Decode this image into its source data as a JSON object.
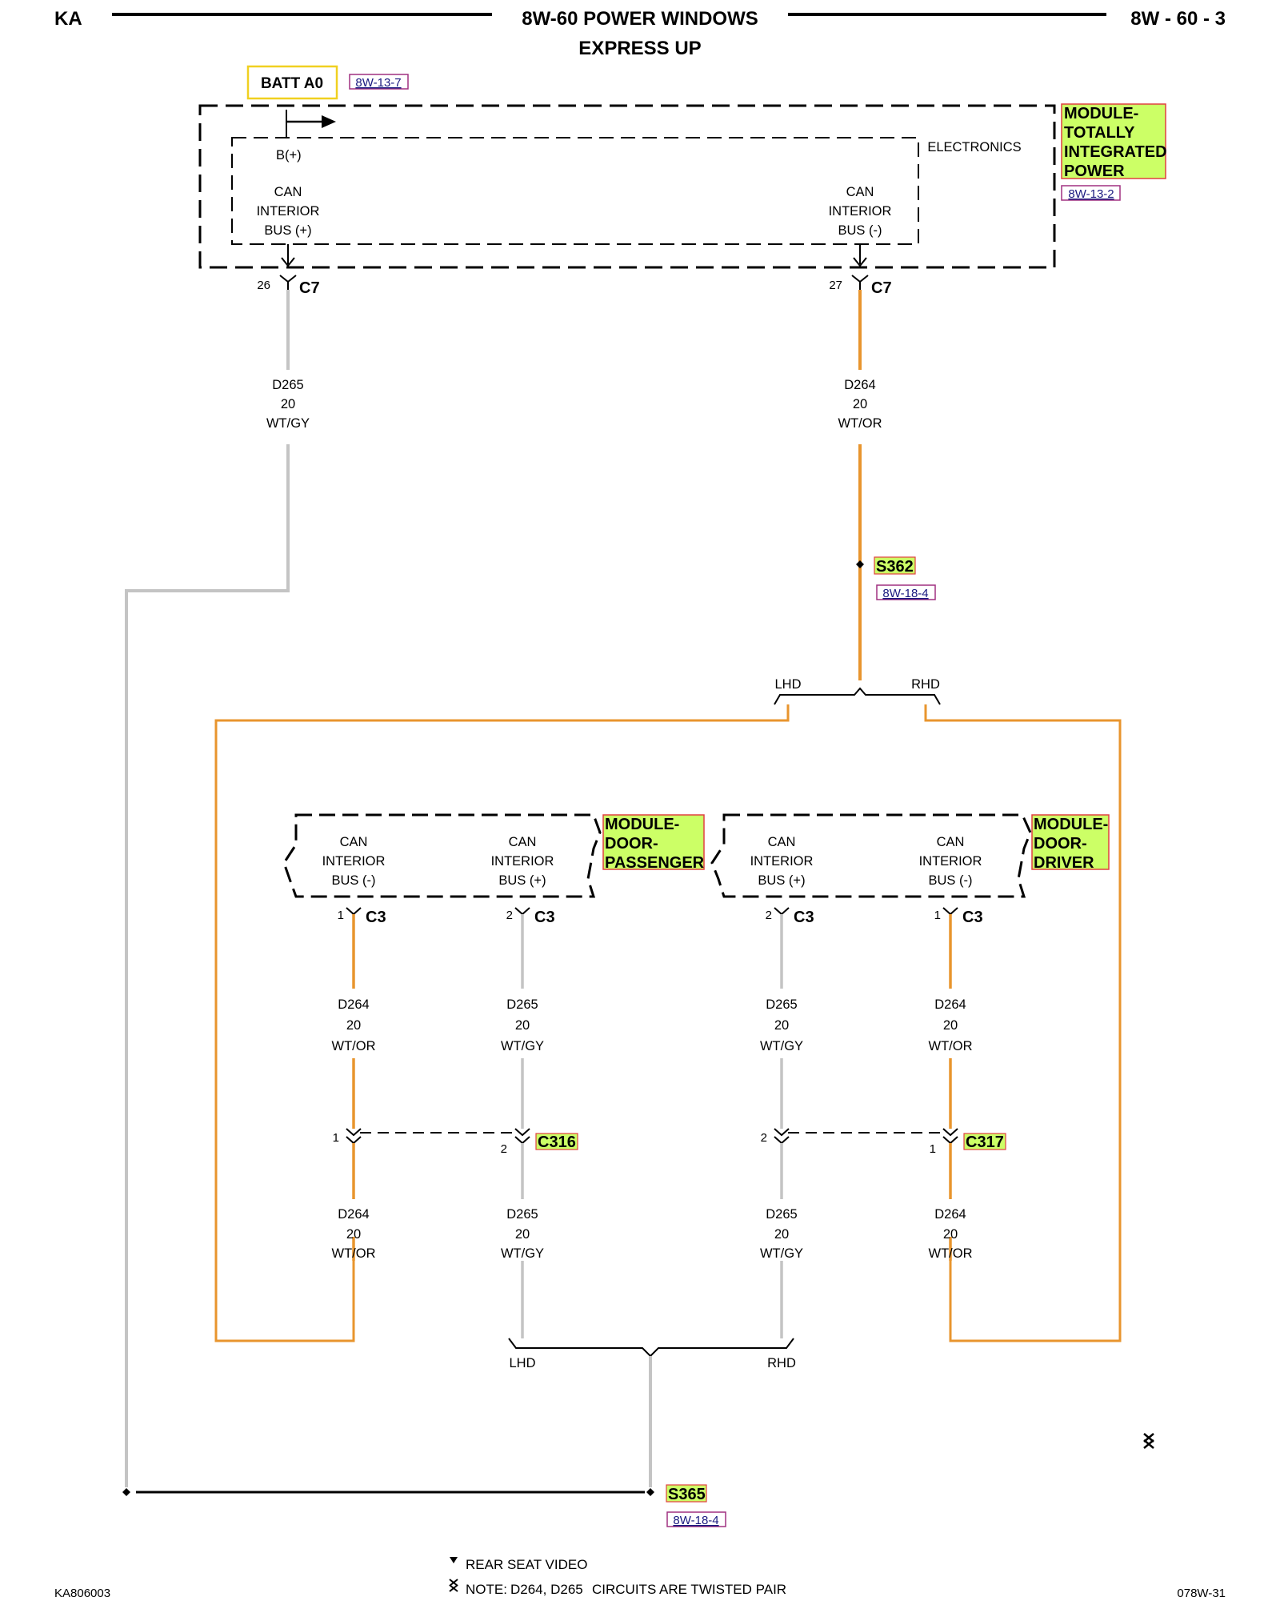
{
  "header": {
    "left": "KA",
    "title_line1": "8W-60 POWER WINDOWS",
    "title_line2": "EXPRESS UP",
    "right": "8W - 60 - 3"
  },
  "power": {
    "label": "BATT A0",
    "ref": "8W-13-7"
  },
  "tipm": {
    "name_lines": [
      "MODULE-",
      "TOTALLY",
      "INTEGRATED",
      "POWER"
    ],
    "ref": "8W-13-2",
    "inner_label": "ELECTRONICS",
    "bplus": "B(+)",
    "pin_left": {
      "lines": [
        "CAN",
        "INTERIOR",
        "BUS (+)"
      ],
      "pin": "26",
      "connector": "C7"
    },
    "pin_right": {
      "lines": [
        "CAN",
        "INTERIOR",
        "BUS (-)"
      ],
      "pin": "27",
      "connector": "C7"
    }
  },
  "top_wires": {
    "left": {
      "circuit": "D265",
      "gauge": "20",
      "color": "WT/GY"
    },
    "right": {
      "circuit": "D264",
      "gauge": "20",
      "color": "WT/OR"
    }
  },
  "splices": {
    "s362": {
      "name": "S362",
      "ref": "8W-18-4"
    },
    "s365": {
      "name": "S365",
      "ref": "8W-18-4"
    }
  },
  "branch_top": {
    "left": "LHD",
    "right": "RHD"
  },
  "branch_bottom": {
    "left": "LHD",
    "right": "RHD"
  },
  "door_passenger": {
    "name_lines": [
      "MODULE-",
      "DOOR-",
      "PASSENGER"
    ],
    "pin_a": {
      "lines": [
        "CAN",
        "INTERIOR",
        "BUS (-)"
      ],
      "pin": "1",
      "connector": "C3"
    },
    "pin_b": {
      "lines": [
        "CAN",
        "INTERIOR",
        "BUS (+)"
      ],
      "pin": "2",
      "connector": "C3"
    }
  },
  "door_driver": {
    "name_lines": [
      "MODULE-",
      "DOOR-",
      "DRIVER"
    ],
    "pin_a": {
      "lines": [
        "CAN",
        "INTERIOR",
        "BUS (+)"
      ],
      "pin": "2",
      "connector": "C3"
    },
    "pin_b": {
      "lines": [
        "CAN",
        "INTERIOR",
        "BUS (-)"
      ],
      "pin": "1",
      "connector": "C3"
    }
  },
  "mid_wires": [
    {
      "circuit": "D264",
      "gauge": "20",
      "color": "WT/OR"
    },
    {
      "circuit": "D265",
      "gauge": "20",
      "color": "WT/GY"
    },
    {
      "circuit": "D265",
      "gauge": "20",
      "color": "WT/GY"
    },
    {
      "circuit": "D264",
      "gauge": "20",
      "color": "WT/OR"
    }
  ],
  "inline_connectors": {
    "c316": {
      "name": "C316",
      "pin_left": "1",
      "pin_right": "2"
    },
    "c317": {
      "name": "C317",
      "pin_left": "2",
      "pin_right": "1"
    }
  },
  "low_wires": [
    {
      "circuit": "D264",
      "gauge": "20",
      "color": "WT/OR"
    },
    {
      "circuit": "D265",
      "gauge": "20",
      "color": "WT/GY"
    },
    {
      "circuit": "D265",
      "gauge": "20",
      "color": "WT/GY"
    },
    {
      "circuit": "D264",
      "gauge": "20",
      "color": "WT/OR"
    }
  ],
  "notes": {
    "rear_seat": "REAR SEAT VIDEO",
    "twisted_prefix": "NOTE:",
    "twisted_circuits": "D264, D265",
    "twisted_text": "CIRCUITS ARE TWISTED PAIR"
  },
  "footer": {
    "left": "KA806003",
    "right": "078W-31"
  },
  "colors": {
    "wire_orange": "#e8952e",
    "wire_gray": "#c4c4c4",
    "highlight_green": "#ccff66",
    "highlight_border": "#e04040",
    "batt_border": "#f0d020",
    "ref_border": "#a03080"
  }
}
